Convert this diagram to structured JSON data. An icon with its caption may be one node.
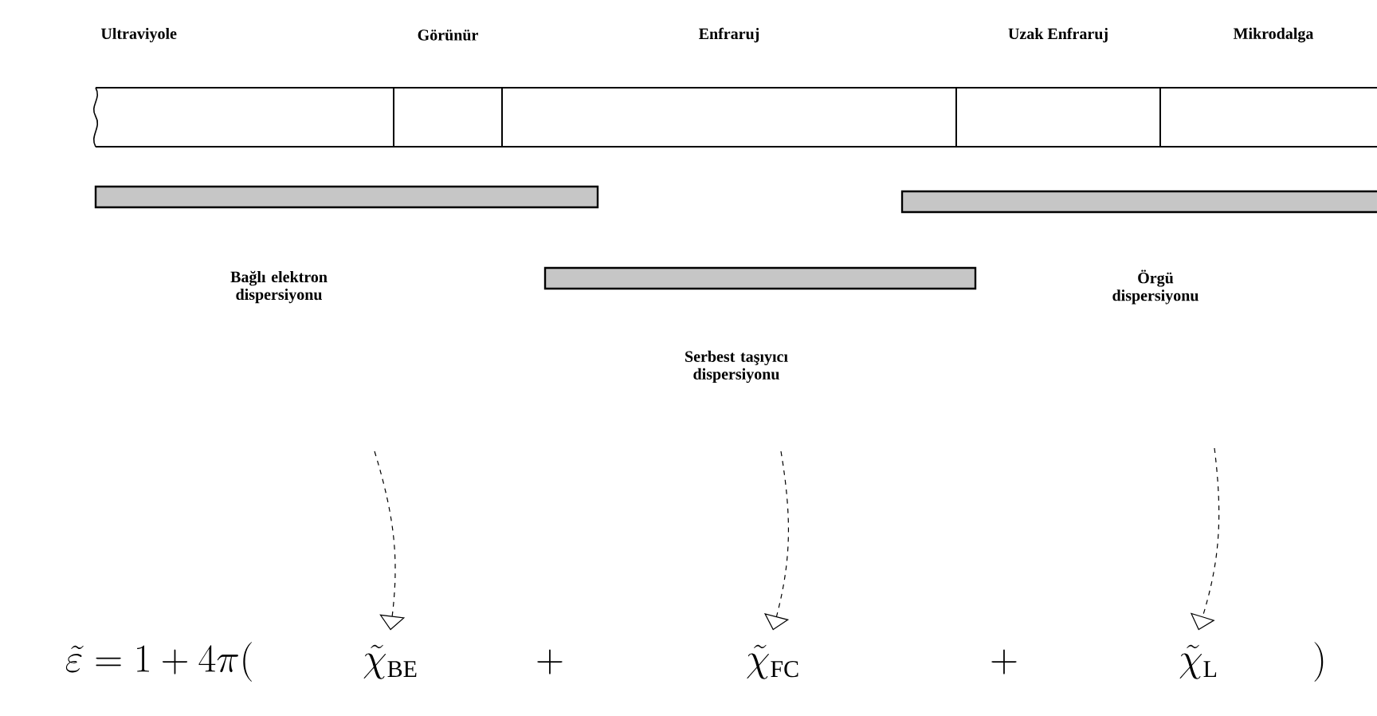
{
  "diagram": {
    "nodes": [
      {
        "text": [
          "Ultraviyole"
        ]
      },
      {
        "text": [
          "Görünür"
        ]
      },
      {
        "text": [
          "Enfraruj"
        ]
      },
      {
        "text": [
          "Uzak Enfraruj"
        ]
      },
      {
        "text": [
          "Mikrodalga"
        ]
      },
      {
        "text": [
          "Bağlı elektron dispersiyonu"
        ]
      },
      {
        "text": [
          "Serbest taşıyıcı dispersiyonu"
        ]
      },
      {
        "text": [
          "Örgü dispersiyonu"
        ]
      },
      {
        "text": [
          "\\tilde{\\chi}_{\\scriptscriptstyle\\mathrm{BE}}"
        ]
      },
      {
        "text": [
          "\\tilde{\\chi}_{\\scriptscriptstyle\\mathrm{FC}}"
        ]
      },
      {
        "text": [
          "\\tilde{\\chi}_{\\scriptscriptstyle\\mathrm{L}}"
        ]
      }
    ],
    "edges": [
      {
        "from": null,
        "to": 8,
        "arrow": "to",
        "style": "dashed"
      },
      {
        "from": null,
        "to": 9,
        "arrow": "to",
        "style": "dashed"
      },
      {
        "from": null,
        "to": 10,
        "arrow": "to",
        "style": "dashed"
      }
    ],
    "labels": [
      "\\tilde{\\varepsilon}=1+4\\pi(",
      "+",
      "+",
      ")"
    ]
  }
}
